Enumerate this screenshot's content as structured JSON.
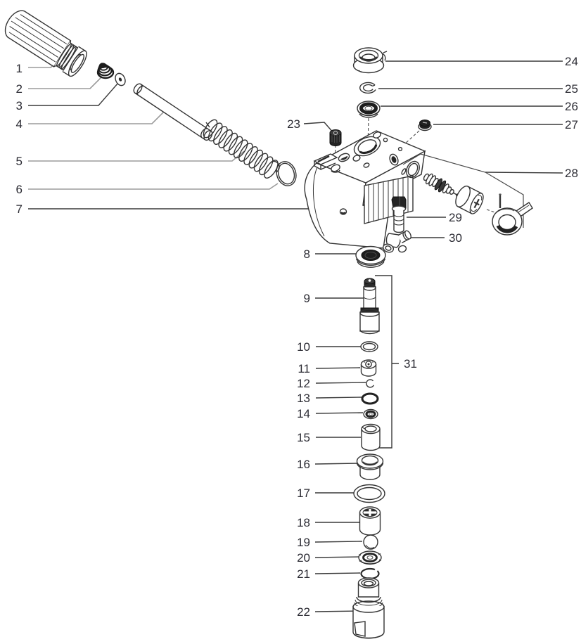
{
  "diagram": {
    "type": "exploded-parts-diagram",
    "background": "#ffffff",
    "colors": {
      "label": "#2c2c34",
      "leader_dark": "#3a3a3a",
      "leader_gray": "#9b9b9b",
      "dashed_line": "#4a4a4a",
      "part_outline": "#333333",
      "part_dark_fill": "#242424"
    },
    "labels": [
      {
        "num": "1"
      },
      {
        "num": "2"
      },
      {
        "num": "3"
      },
      {
        "num": "4"
      },
      {
        "num": "5"
      },
      {
        "num": "6"
      },
      {
        "num": "7"
      },
      {
        "num": "8"
      },
      {
        "num": "9"
      },
      {
        "num": "10"
      },
      {
        "num": "11"
      },
      {
        "num": "12"
      },
      {
        "num": "13"
      },
      {
        "num": "14"
      },
      {
        "num": "15"
      },
      {
        "num": "16"
      },
      {
        "num": "17"
      },
      {
        "num": "18"
      },
      {
        "num": "19"
      },
      {
        "num": "20"
      },
      {
        "num": "21"
      },
      {
        "num": "22"
      },
      {
        "num": "23"
      },
      {
        "num": "24"
      },
      {
        "num": "25"
      },
      {
        "num": "26"
      },
      {
        "num": "27"
      },
      {
        "num": "28"
      },
      {
        "num": "29"
      },
      {
        "num": "30"
      },
      {
        "num": "31"
      }
    ]
  }
}
